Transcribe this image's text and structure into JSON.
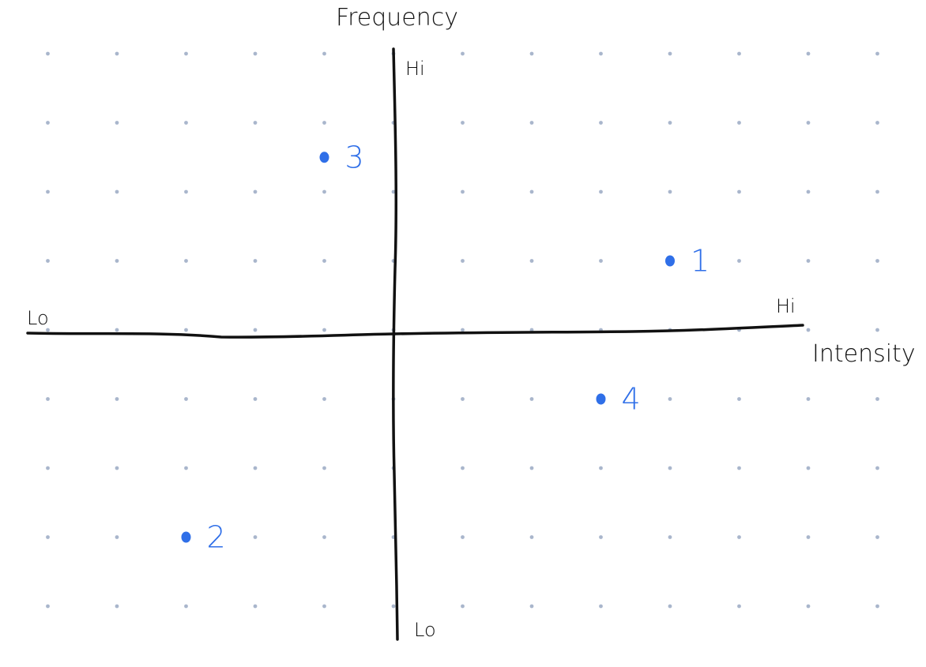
{
  "labels": {
    "y_axis_title": "Frequency",
    "x_axis_title": "Intensity",
    "y_hi": "Hi",
    "y_lo": "Lo",
    "x_hi": "Hi",
    "x_lo": "Lo"
  },
  "colors": {
    "ink": "#111111",
    "point": "#2f6fe8",
    "grid_dot": "#a9b6cc",
    "background": "#ffffff"
  },
  "points": [
    {
      "label": "1",
      "intensity": 4,
      "frequency": 1
    },
    {
      "label": "2",
      "intensity": -3,
      "frequency": -3
    },
    {
      "label": "3",
      "intensity": -1,
      "frequency": 2.5
    },
    {
      "label": "4",
      "intensity": 3,
      "frequency": -1
    }
  ]
}
